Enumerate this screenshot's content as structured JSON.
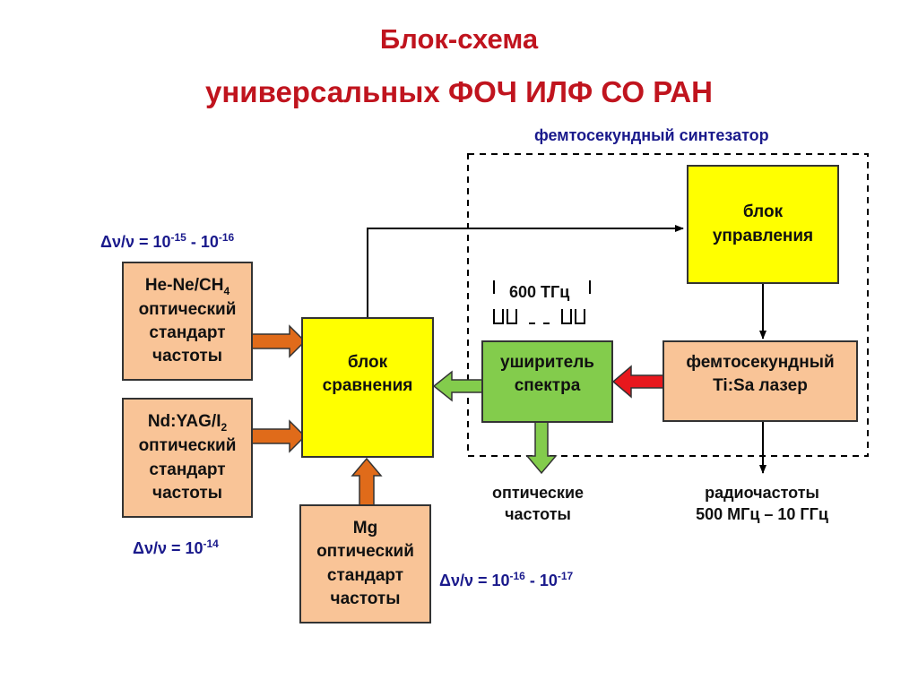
{
  "title": {
    "line1": "Блок-схема",
    "line2": "универсальных ФОЧ ИЛФ СО РАН"
  },
  "synth_label": "фемтосекундный синтезатор",
  "tick_label": "600 ТГц",
  "boxes": {
    "heNe": {
      "line1_base": "He-Ne/CH",
      "line1_sub": "4",
      "line2": "оптический",
      "line3": "стандарт",
      "line4": "частоты"
    },
    "ndYag": {
      "line1_base": "Nd:YAG/I",
      "line1_sub": "2",
      "line2": "оптический",
      "line3": "стандарт",
      "line4": "частоты"
    },
    "mg": {
      "line1": "Mg",
      "line2": "оптический",
      "line3": "стандарт",
      "line4": "частоты"
    },
    "compare": {
      "line1": "блок",
      "line2": "сравнения"
    },
    "control": {
      "line1": "блок",
      "line2": "управления"
    },
    "broadener": {
      "line1": "уширитель",
      "line2": "спектра"
    },
    "laser": {
      "line1": "фемтосекундный",
      "line2": "Ti:Sa лазер"
    }
  },
  "stability": {
    "top": {
      "prefix": "Δν/ν = 10",
      "exp1": "-15",
      "mid": " - 10",
      "exp2": "-16"
    },
    "left": {
      "prefix": "Δν/ν = 10",
      "exp1": "-14"
    },
    "bottom": {
      "prefix": "Δν/ν = 10",
      "exp1": "-16",
      "mid": " - 10",
      "exp2": "-17"
    }
  },
  "outputs": {
    "optical": {
      "line1": "оптические",
      "line2": "частоты"
    },
    "radio": {
      "line1": "радиочастоты",
      "line2": "500 МГц – 10 ГГц"
    }
  },
  "colors": {
    "title": "#c0141e",
    "stability_text": "#1a1a8c",
    "peach_box": "#f9c497",
    "yellow_box": "#ffff00",
    "green_box": "#83cc4c",
    "orange_arrow": "#e06b1a",
    "green_arrow": "#83cc4c",
    "red_arrow": "#e8181d"
  }
}
